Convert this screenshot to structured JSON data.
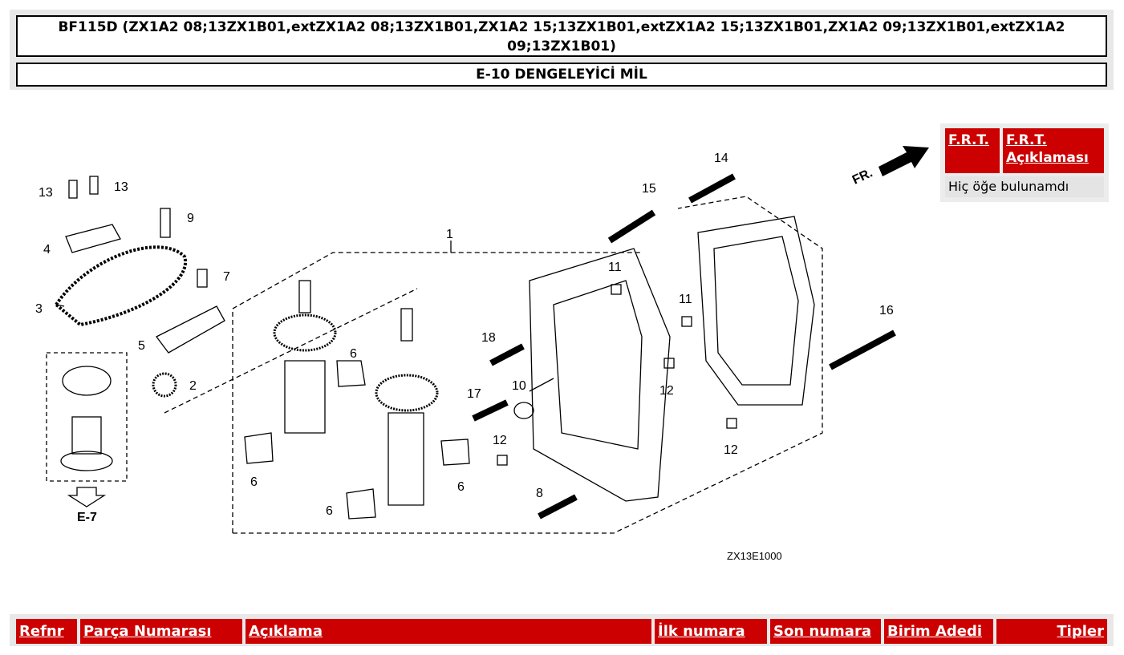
{
  "header": {
    "title": "BF115D (ZX1A2 08;13ZX1B01,extZX1A2 08;13ZX1B01,ZX1A2 15;13ZX1B01,extZX1A2 15;13ZX1B01,ZX1A2 09;13ZX1B01,extZX1A2 09;13ZX1B01)",
    "subtitle": "E-10 DENGELEYİCİ MİL"
  },
  "frt": {
    "col1": "F.R.T.",
    "col2": "F.R.T. Açıklaması",
    "empty_message": "Hiç öğe bulunamdı"
  },
  "diagram": {
    "code": "ZX13E1000",
    "fr_label": "FR.",
    "ref_label": "E-7",
    "callouts": [
      "1",
      "2",
      "3",
      "4",
      "5",
      "6",
      "6",
      "6",
      "6",
      "7",
      "8",
      "9",
      "10",
      "11",
      "11",
      "12",
      "12",
      "12",
      "13",
      "13",
      "14",
      "15",
      "16",
      "17",
      "18"
    ]
  },
  "table": {
    "headers": [
      "Refnr",
      "Parça Numarası",
      "Açıklama",
      "İlk numara",
      "Son numara",
      "Birim Adedi",
      "Tipler"
    ]
  },
  "colors": {
    "header_red": "#cc0000",
    "panel_gray": "#e8e8e8"
  }
}
